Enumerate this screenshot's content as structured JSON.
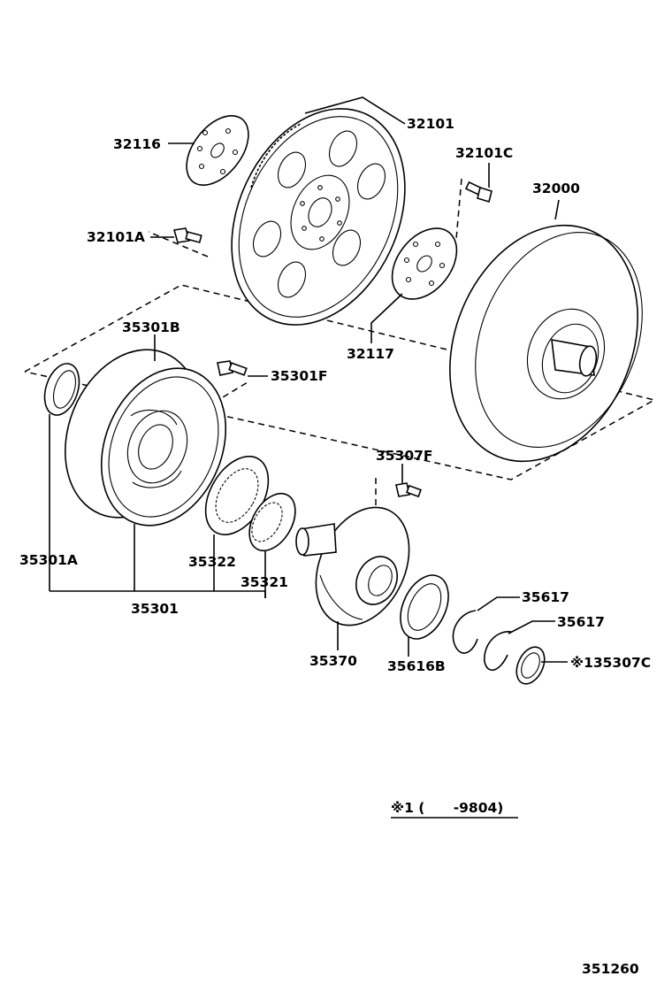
{
  "labels": {
    "p32101": "32101",
    "p32116": "32116",
    "p32101C": "32101C",
    "p32000": "32000",
    "p32101A": "32101A",
    "p32117": "32117",
    "p35301B": "35301B",
    "p35301F": "35301F",
    "p35307F": "35307F",
    "p35301A": "35301A",
    "p35322": "35322",
    "p35321": "35321",
    "p35301": "35301",
    "p35617a": "35617",
    "p35617b": "35617",
    "p35307C": "※135307C",
    "p35370": "35370",
    "p35616B": "35616B"
  },
  "footnote": "※1 (      -9804)",
  "diagram_number": "351260"
}
